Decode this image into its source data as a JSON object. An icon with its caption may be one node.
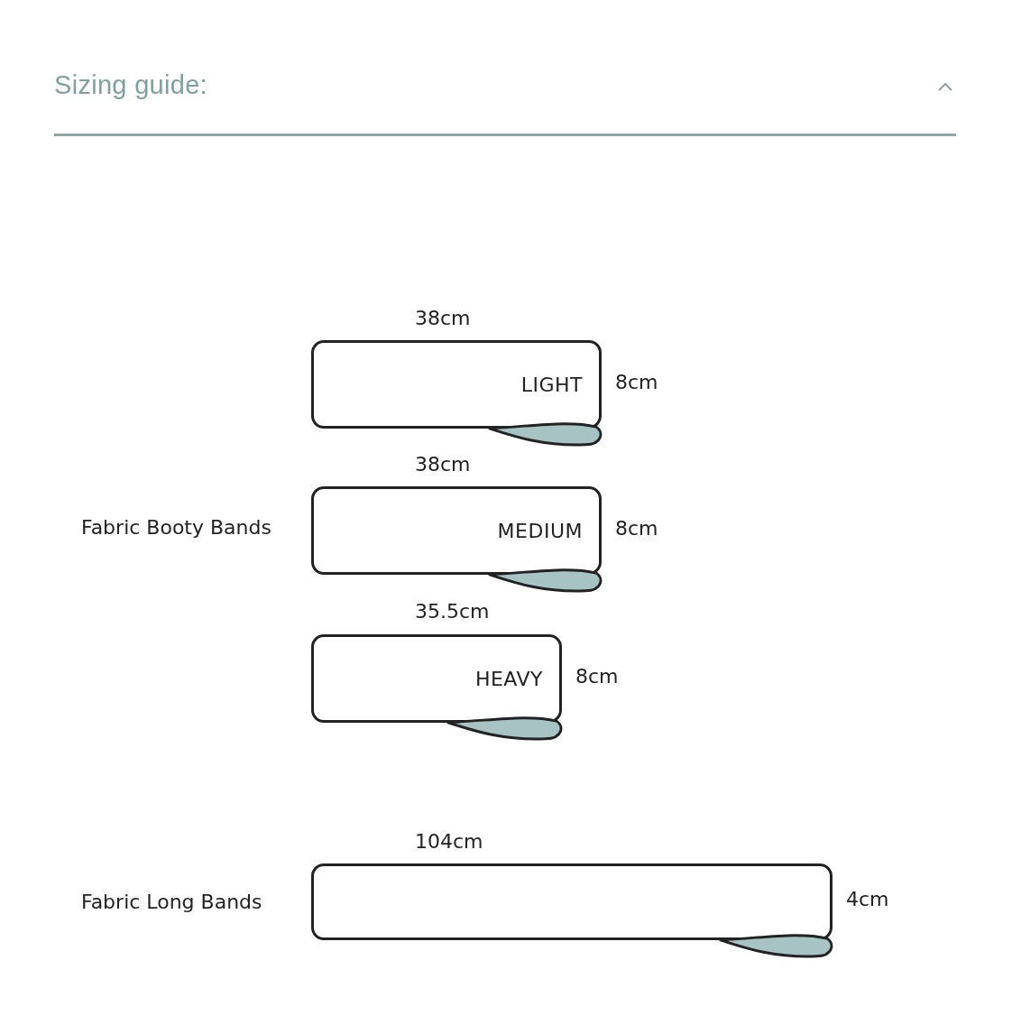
{
  "diagram": {
    "title": "Sizing guide:",
    "nodes": [
      {
        "text": [
          "LIGHT"
        ]
      },
      {
        "text": [
          "MEDIUM"
        ]
      },
      {
        "text": [
          "HEAVY"
        ]
      },
      {
        "text": [],
        "shape": "box"
      }
    ],
    "edges": [],
    "labels": [
      "38cm",
      "8cm",
      "38cm",
      "Fabric Booty Bands",
      "8cm",
      "35.5cm",
      "8cm",
      "104cm",
      "Fabric Long Bands",
      "4cm"
    ]
  }
}
